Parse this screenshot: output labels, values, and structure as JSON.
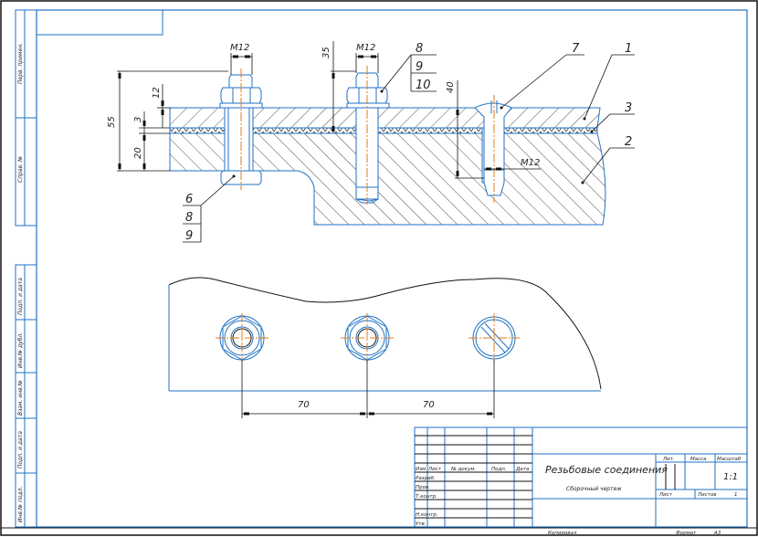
{
  "side_stamp": {
    "labels": [
      "Перв. примен.",
      "Справ. №",
      "Подп. и дата",
      "Инв.№ дубл.",
      "Взам. инв.№",
      "Подп. и дата",
      "Инв.№ подл."
    ]
  },
  "drawing": {
    "dimensions": {
      "thread_bolt_left": "M12",
      "thread_stud": "M12",
      "thread_screw": "M12",
      "total_height": "55",
      "top_plate": "12",
      "gasket": "3",
      "bottom_part": "20",
      "stud_depth": "35",
      "screw_depth": "40",
      "spacing_1": "70",
      "spacing_2": "70"
    },
    "callouts": {
      "bolt_stack": [
        "6",
        "8",
        "9"
      ],
      "stud_stack": [
        "8",
        "9",
        "10"
      ],
      "screw": "7",
      "top_plate": "1",
      "gasket": "3",
      "base": "2"
    }
  },
  "title_block": {
    "headers": [
      "Изм",
      "Лист",
      "№ докум.",
      "Подп.",
      "Дата"
    ],
    "roles": [
      "Разраб.",
      "Пров.",
      "Т.контр.",
      "",
      "Н.контр.",
      "Утв."
    ],
    "title": "Резьбовые соединения",
    "subtitle": "Сборочный чертеж",
    "lit_label": "Лит.",
    "mass_label": "Масса",
    "scale_label": "Масштаб",
    "scale_value": "1:1",
    "sheet_label": "Лист",
    "sheets_label": "Листов",
    "sheets_value": "1",
    "copied_label": "Копировал",
    "format_label": "Формат",
    "format_value": "А3"
  },
  "colors": {
    "outline": "#1f72c4",
    "centerline": "#e07b1a",
    "ink": "#111111"
  }
}
